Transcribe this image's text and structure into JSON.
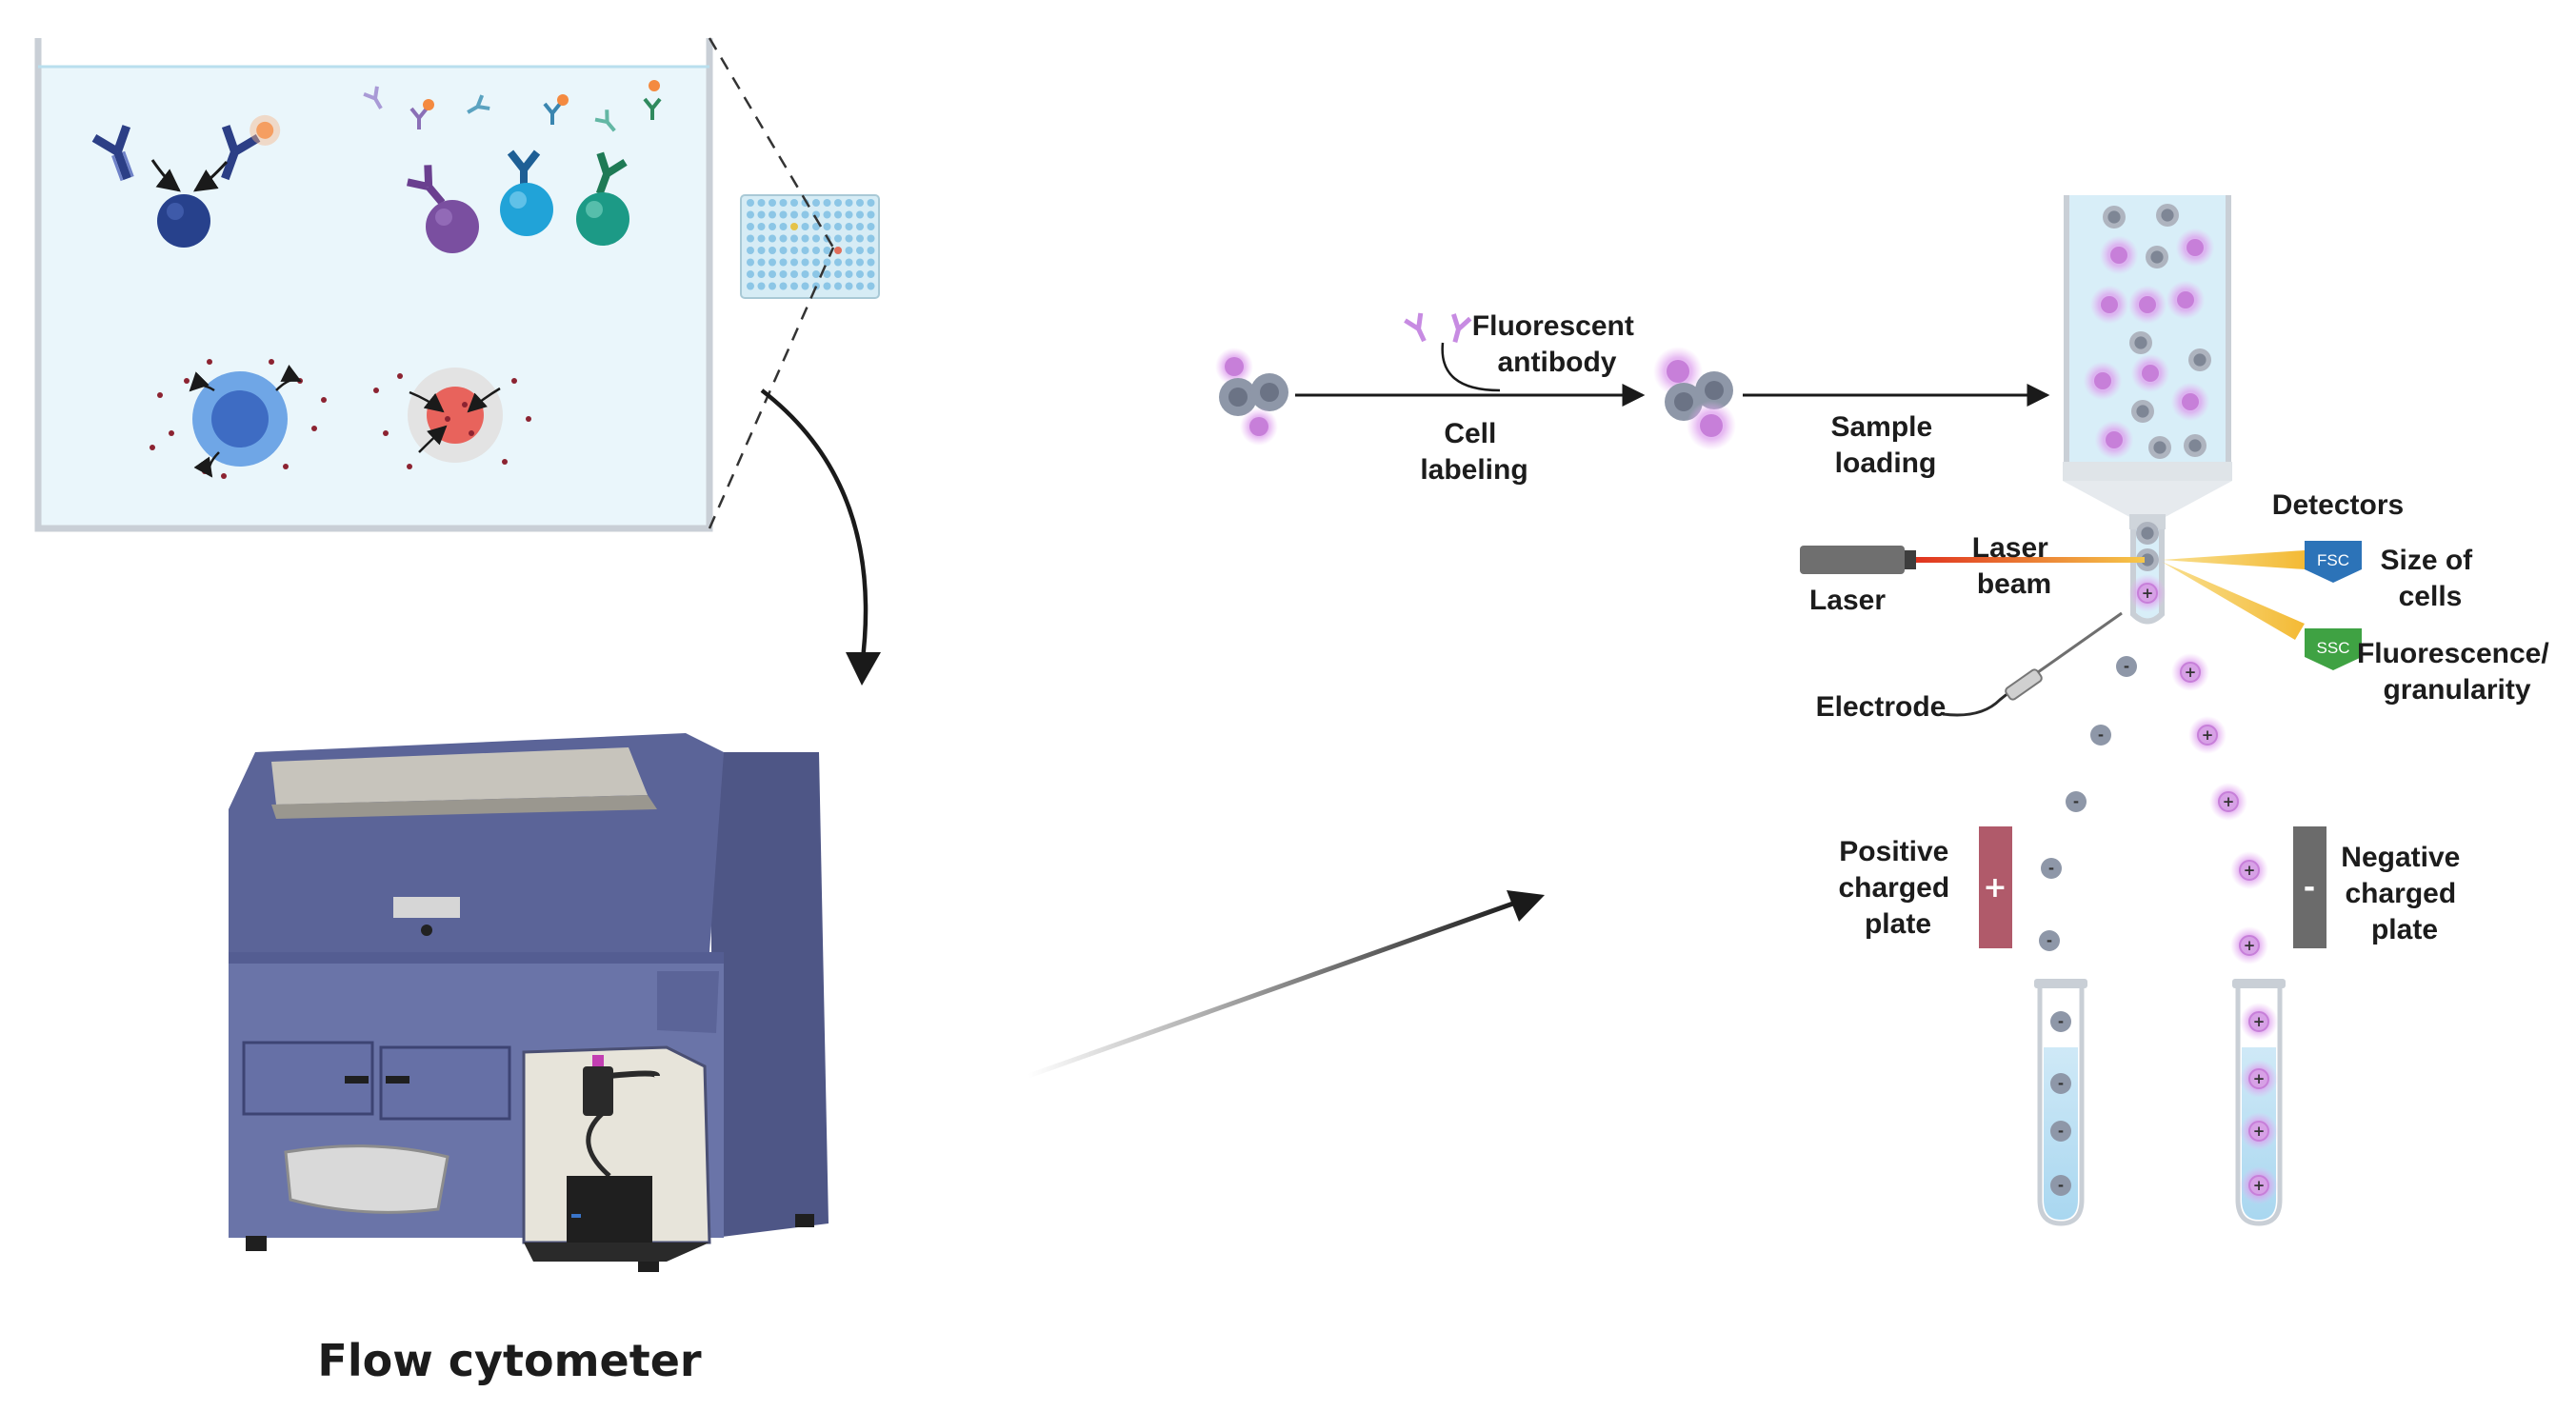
{
  "labels": {
    "fluorescent_antibody": [
      "Fluorescent",
      "antibody"
    ],
    "cell_labeling": [
      "Cell",
      "labeling"
    ],
    "sample_loading": [
      "Sample",
      "loading"
    ],
    "detectors": "Detectors",
    "laser": "Laser",
    "laser_beam": [
      "Laser",
      "beam"
    ],
    "fsc": "FSC",
    "ssc": "SSC",
    "size_of_cells": [
      "Size of",
      "cells"
    ],
    "fluorescence_granularity": [
      "Fluorescence/",
      "granularity"
    ],
    "electrode": "Electrode",
    "positive_plate": [
      "Positive",
      "charged",
      "plate"
    ],
    "negative_plate": [
      "Negative",
      "charged",
      "plate"
    ],
    "plus_sign": "+",
    "minus_sign": "-",
    "flow_cytometer": "Flow cytometer"
  },
  "colors": {
    "instrument_body": "#6a74a8",
    "instrument_dark": "#4e5686",
    "tank_fill": "#eaf6fb",
    "positive_plate": "#b05a6a",
    "negative_plate": "#6b6b6b",
    "fsc_detector": "#2c73b8",
    "ssc_detector": "#3fa243",
    "labeled_cell": "#d49be4",
    "unlabeled_cell": "#8e97a8",
    "laser_beam": "#f2c23c"
  },
  "icons": {
    "antibody": "antibody-icon",
    "cell": "cell-icon",
    "well_plate": "well-plate-icon",
    "laser_device": "laser-device-icon",
    "detector": "detector-icon",
    "test_tube": "test-tube-icon",
    "instrument": "flow-cytometer-icon"
  }
}
